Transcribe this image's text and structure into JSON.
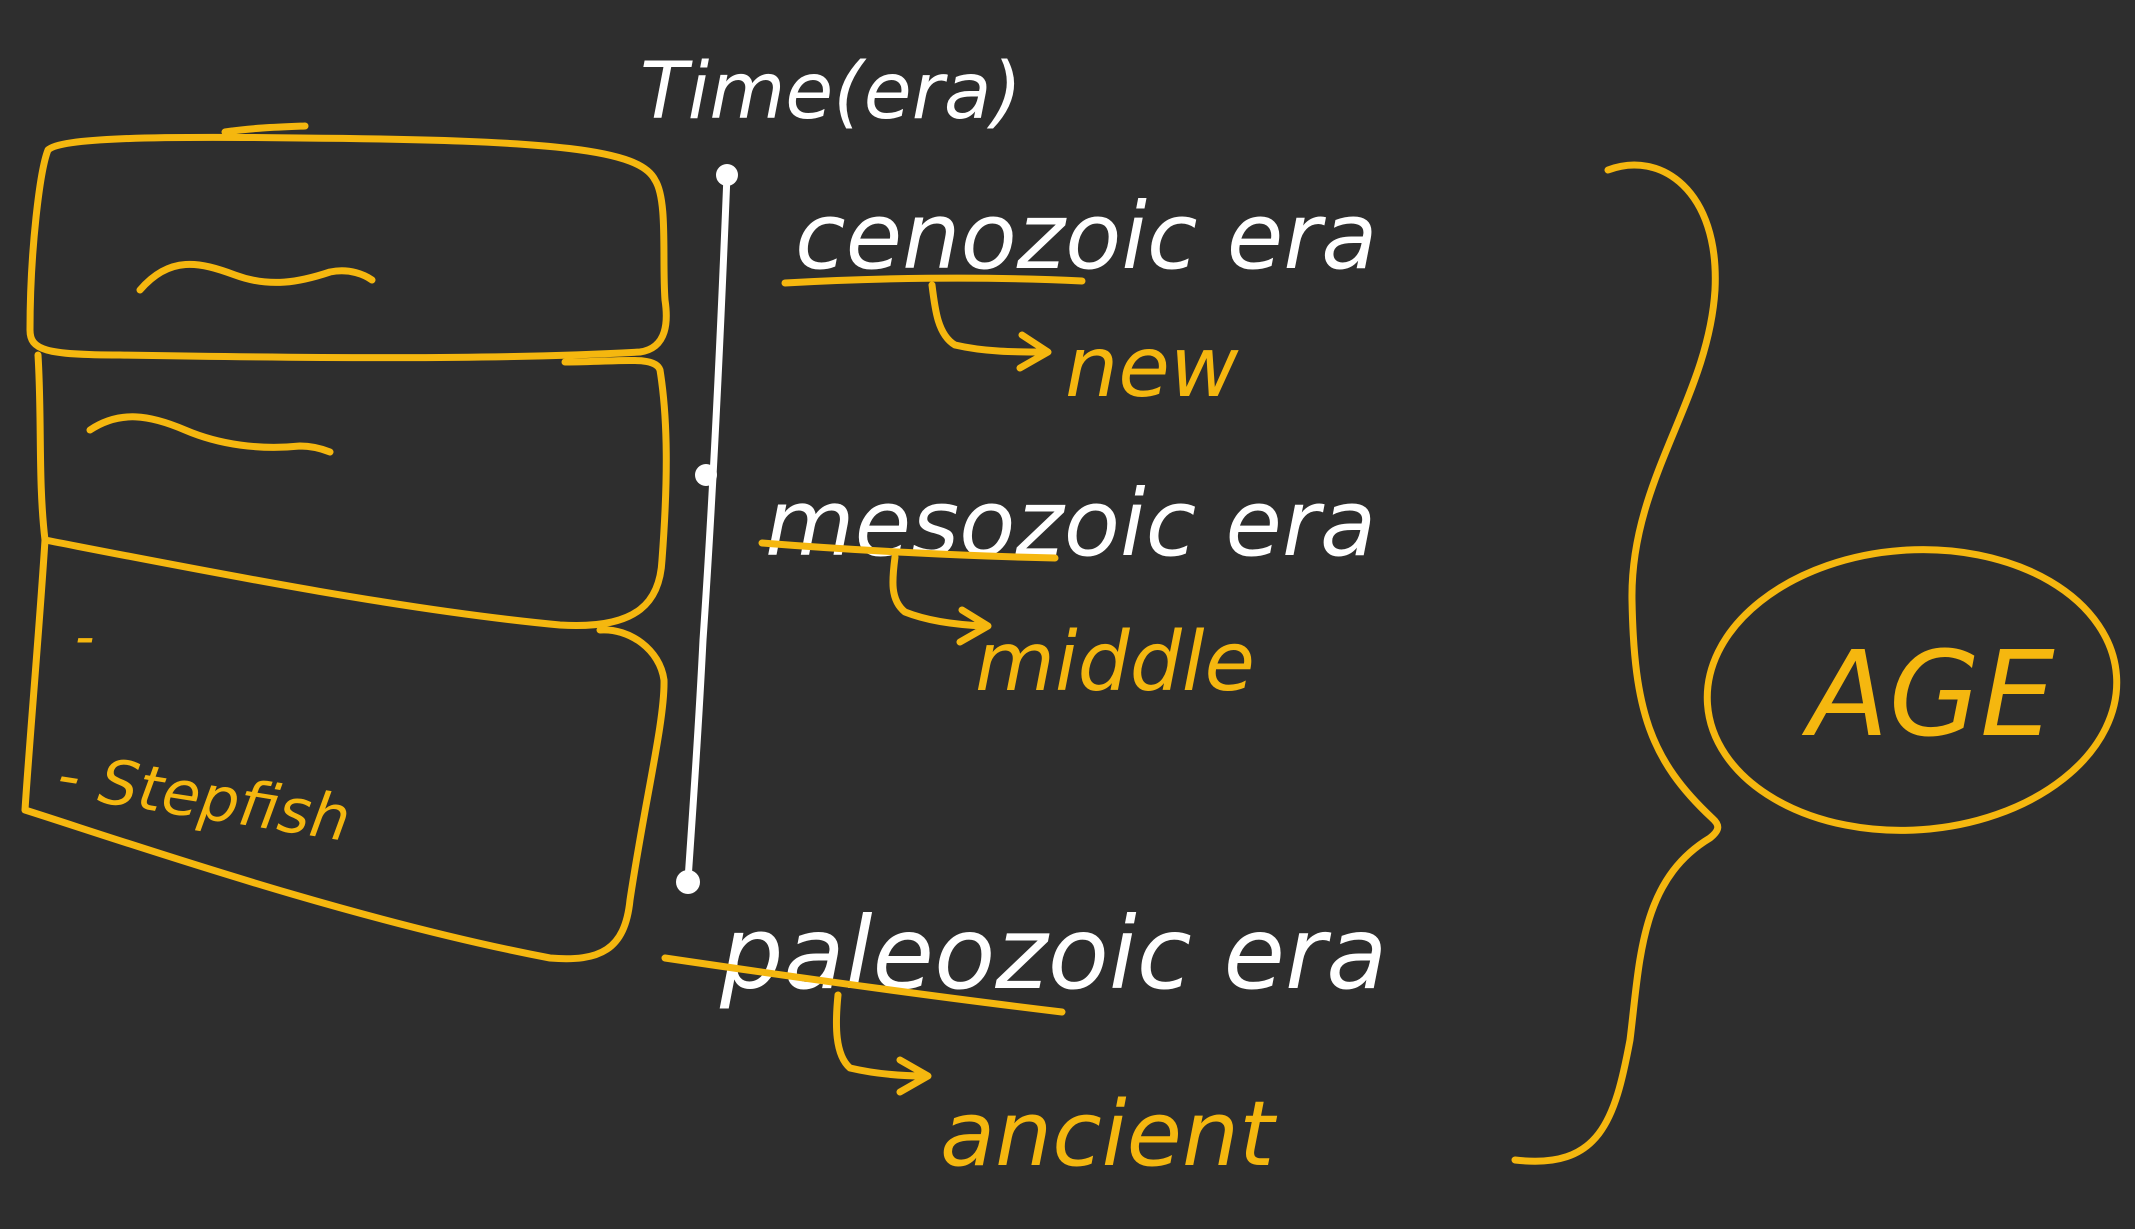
{
  "colors": {
    "background": "#2e2e2e",
    "white_ink": "#ffffff",
    "yellow_ink": "#f5b70f"
  },
  "diagram": {
    "heading": "Time(era)",
    "eras": [
      {
        "name": "cenozoic era",
        "meaning": "new"
      },
      {
        "name": "mesozoic era",
        "meaning": "middle"
      },
      {
        "name": "paleozoic era",
        "meaning": "ancient"
      }
    ],
    "layer_note": "- Stepfish",
    "layer_dash": "-",
    "age_label": "AGE"
  }
}
